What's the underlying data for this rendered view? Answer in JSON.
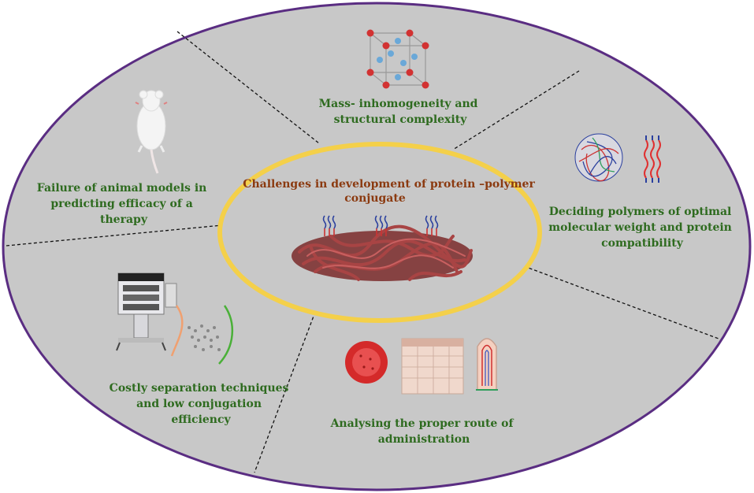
{
  "diagram": {
    "center": {
      "title_lines": [
        "Challenges in development of protein –polymer",
        "conjugate"
      ]
    },
    "segments": [
      {
        "id": "mass",
        "icon": "crystal-lattice-icon",
        "lines": [
          "Mass- inhomogeneity and",
          "structural complexity"
        ]
      },
      {
        "id": "polymers",
        "icon": "polymer-coil-icon",
        "lines": [
          "Deciding polymers of optimal",
          "molecular weight and protein",
          "compatibility"
        ]
      },
      {
        "id": "route",
        "icon": "tissue-route-icon",
        "lines": [
          "Analysing the proper route of",
          "administration"
        ]
      },
      {
        "id": "separation",
        "icon": "chromatography-instrument-icon",
        "lines": [
          "Costly separation techniques",
          "and low conjugation",
          "efficiency"
        ]
      },
      {
        "id": "animal",
        "icon": "mouse-icon",
        "lines": [
          "Failure of animal models in",
          "predicting efficacy of a",
          "therapy"
        ]
      }
    ],
    "colors": {
      "ellipse_fill": "#c8c8c8",
      "ellipse_border": "#5a2d82",
      "center_ring": "#f4d04a",
      "label_text": "#2e6b1f",
      "center_text": "#8b3a10",
      "protein": "#9e3a3a"
    }
  }
}
